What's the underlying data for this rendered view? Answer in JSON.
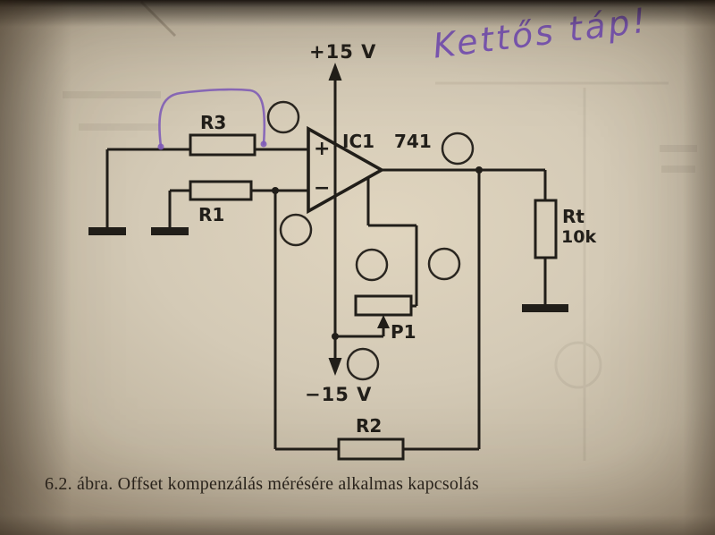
{
  "page": {
    "caption": "6.2. ábra. Offset kompenzálás mérésére alkalmas kapcsolás"
  },
  "annotation": {
    "text": "Kettős táp!",
    "ink_color": "#7d58b8"
  },
  "circuit": {
    "supply": {
      "positive": "+15 V",
      "negative": "−15 V"
    },
    "opamp": {
      "designator": "IC1",
      "part": "741",
      "input_plus": "+",
      "input_minus": "−"
    },
    "components": {
      "r3": {
        "label": "R3"
      },
      "r1": {
        "label": "R1"
      },
      "rt": {
        "label": "Rt",
        "value": "10k"
      },
      "p1": {
        "label": "P1"
      },
      "r2": {
        "label": "R2"
      }
    }
  },
  "colors": {
    "line": "#211e19",
    "page": "#d4cab6"
  }
}
